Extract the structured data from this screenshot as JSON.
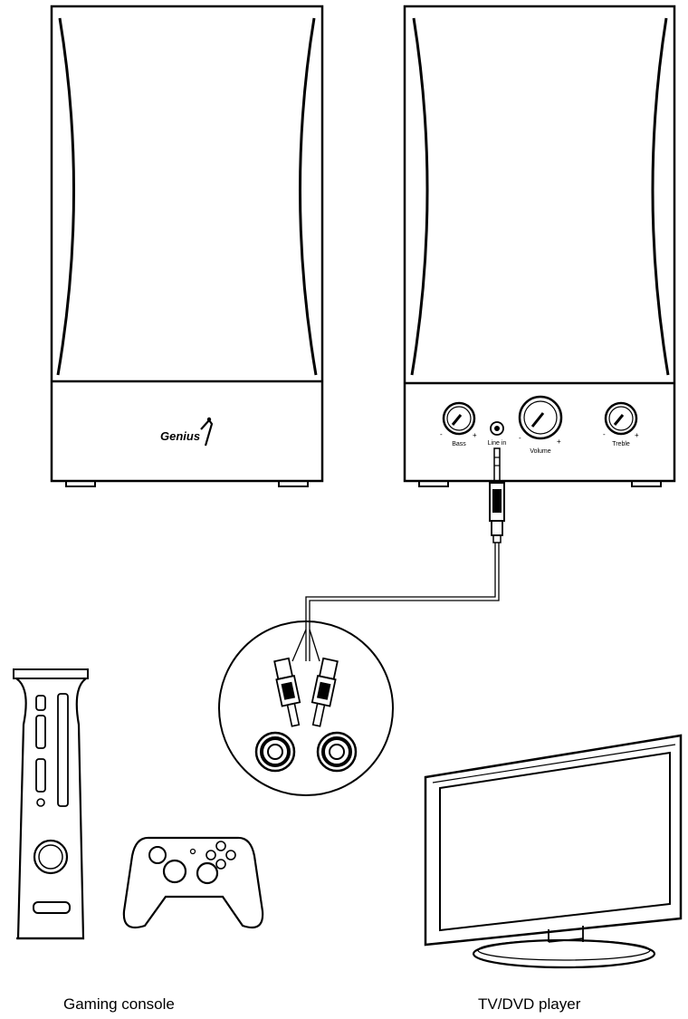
{
  "speakers": {
    "brand_logo": "Genius",
    "controls": {
      "bass_label": "Bass",
      "line_in_label": "Line in",
      "volume_label": "Volume",
      "treble_label": "Treble",
      "minus": "-",
      "plus": "+"
    }
  },
  "devices": {
    "console_label": "Gaming console",
    "tv_label": "TV/DVD player"
  },
  "colors": {
    "stroke": "#000000",
    "background": "#ffffff"
  }
}
